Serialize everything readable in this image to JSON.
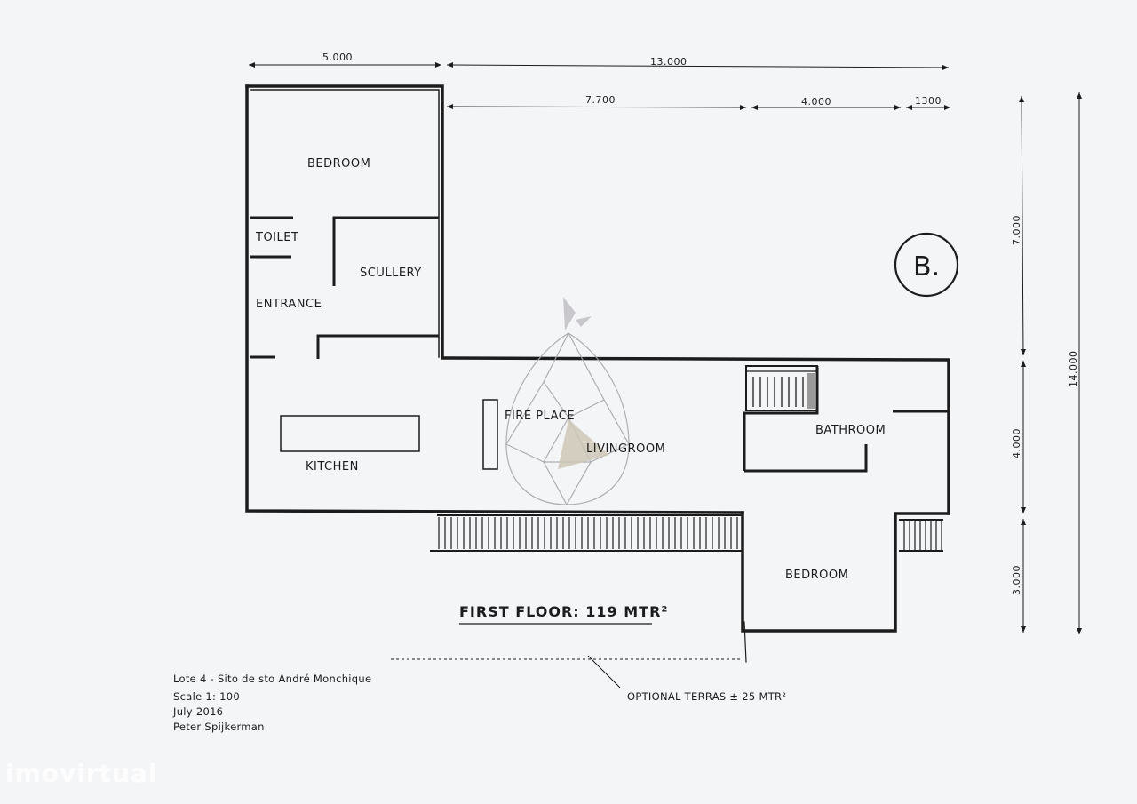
{
  "plan": {
    "title": "FIRST FLOOR: 119 MTR²",
    "badge": "B.",
    "rooms": {
      "bedroom_top": "BEDROOM",
      "toilet": "TOILET",
      "scullery": "SCULLERY",
      "entrance": "ENTRANCE",
      "kitchen": "KITCHEN",
      "fireplace": "FIRE PLACE",
      "living_room": "LIVINGROOM",
      "bathroom": "BATHROOM",
      "bedroom_bottom": "BEDROOM"
    },
    "dimensions": {
      "top_left": "5.000",
      "top_total": "13.000",
      "seg_a": "7.700",
      "seg_b": "4.000",
      "seg_c": "1300",
      "right_top": "7.000",
      "right_mid": "4.000",
      "right_bottom": "3.000",
      "right_total": "14.000"
    },
    "terrace_label": "OPTIONAL TERRAS ± 25 MTR²",
    "info": {
      "line1": "Lote 4 - Sito de sto André Monchique",
      "line2": "Scale 1: 100",
      "line3": "July 2016",
      "line4": "Peter Spijkerman"
    },
    "watermark": "imovirtual"
  }
}
